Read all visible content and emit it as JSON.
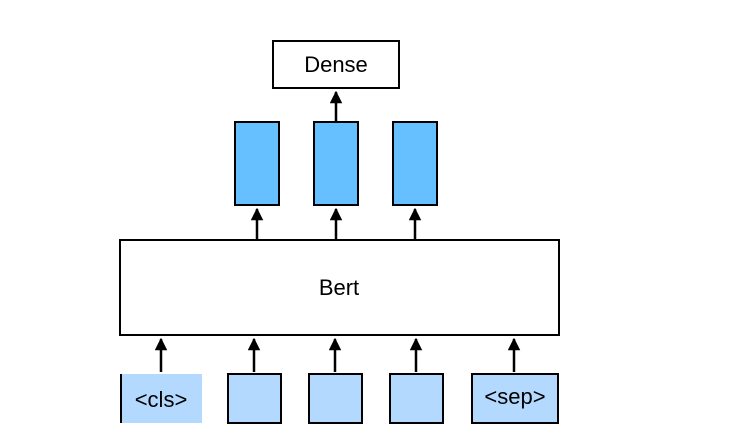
{
  "dense": {
    "label": "Dense"
  },
  "bert": {
    "label": "Bert"
  },
  "outputs": {
    "count": 3
  },
  "inputs": [
    {
      "label": "<cls>"
    },
    {
      "label": ""
    },
    {
      "label": ""
    },
    {
      "label": ""
    },
    {
      "label": "<sep>"
    }
  ],
  "colors": {
    "output_fill": "#66bfff",
    "input_fill": "#b3d9ff",
    "stroke": "#000000",
    "background": "#ffffff"
  }
}
